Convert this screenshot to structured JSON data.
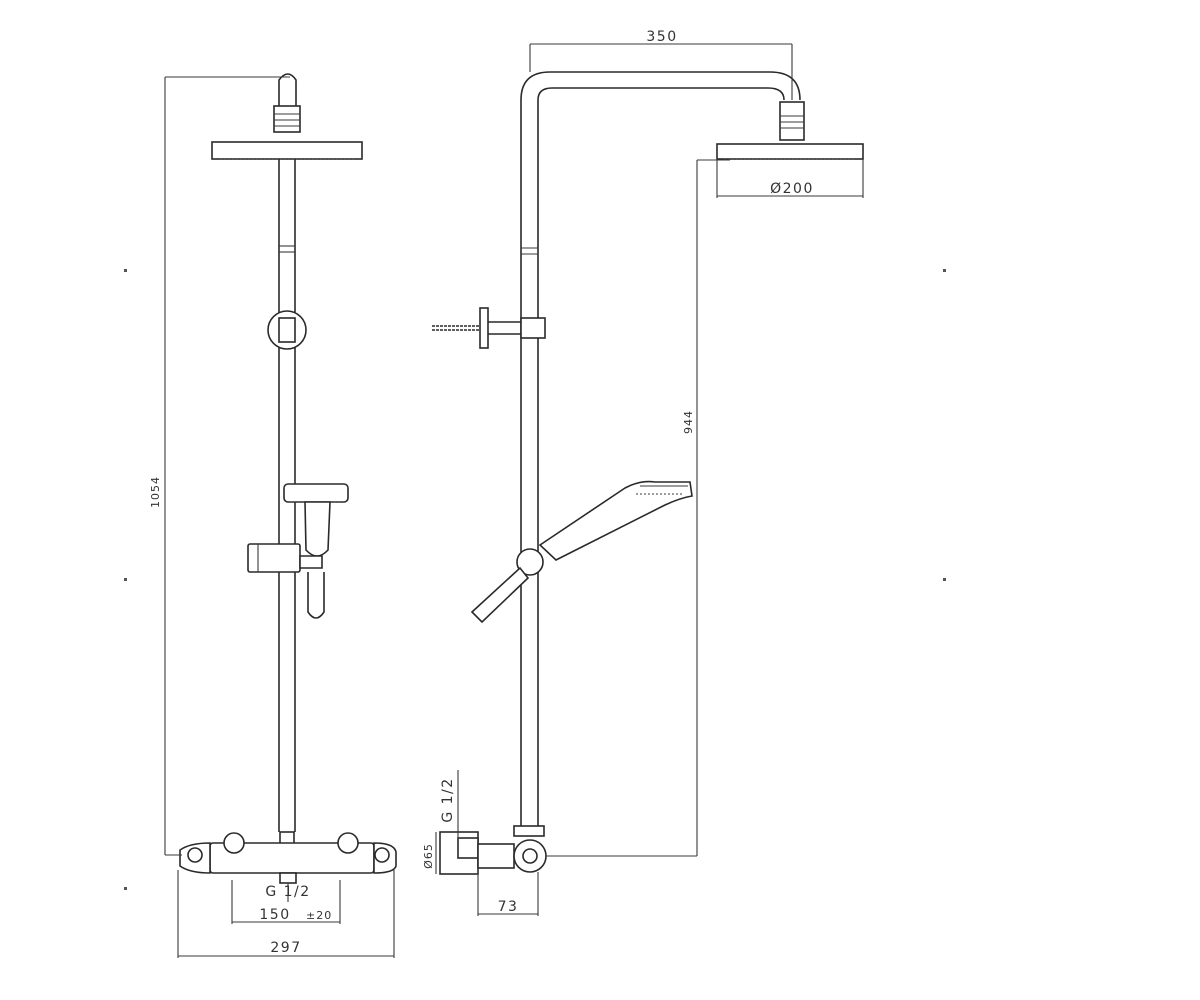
{
  "dimensions": {
    "top_width": "350",
    "head_diameter": "Ø200",
    "total_height": "1054",
    "bar_height": "944",
    "inlet_thread_front": "G 1/2",
    "inlet_spacing": "150",
    "inlet_spacing_tol": "±20",
    "mixer_width": "297",
    "inlet_thread_side": "G 1/2",
    "escutcheon_diameter": "Ø65",
    "wall_offset": "73"
  }
}
